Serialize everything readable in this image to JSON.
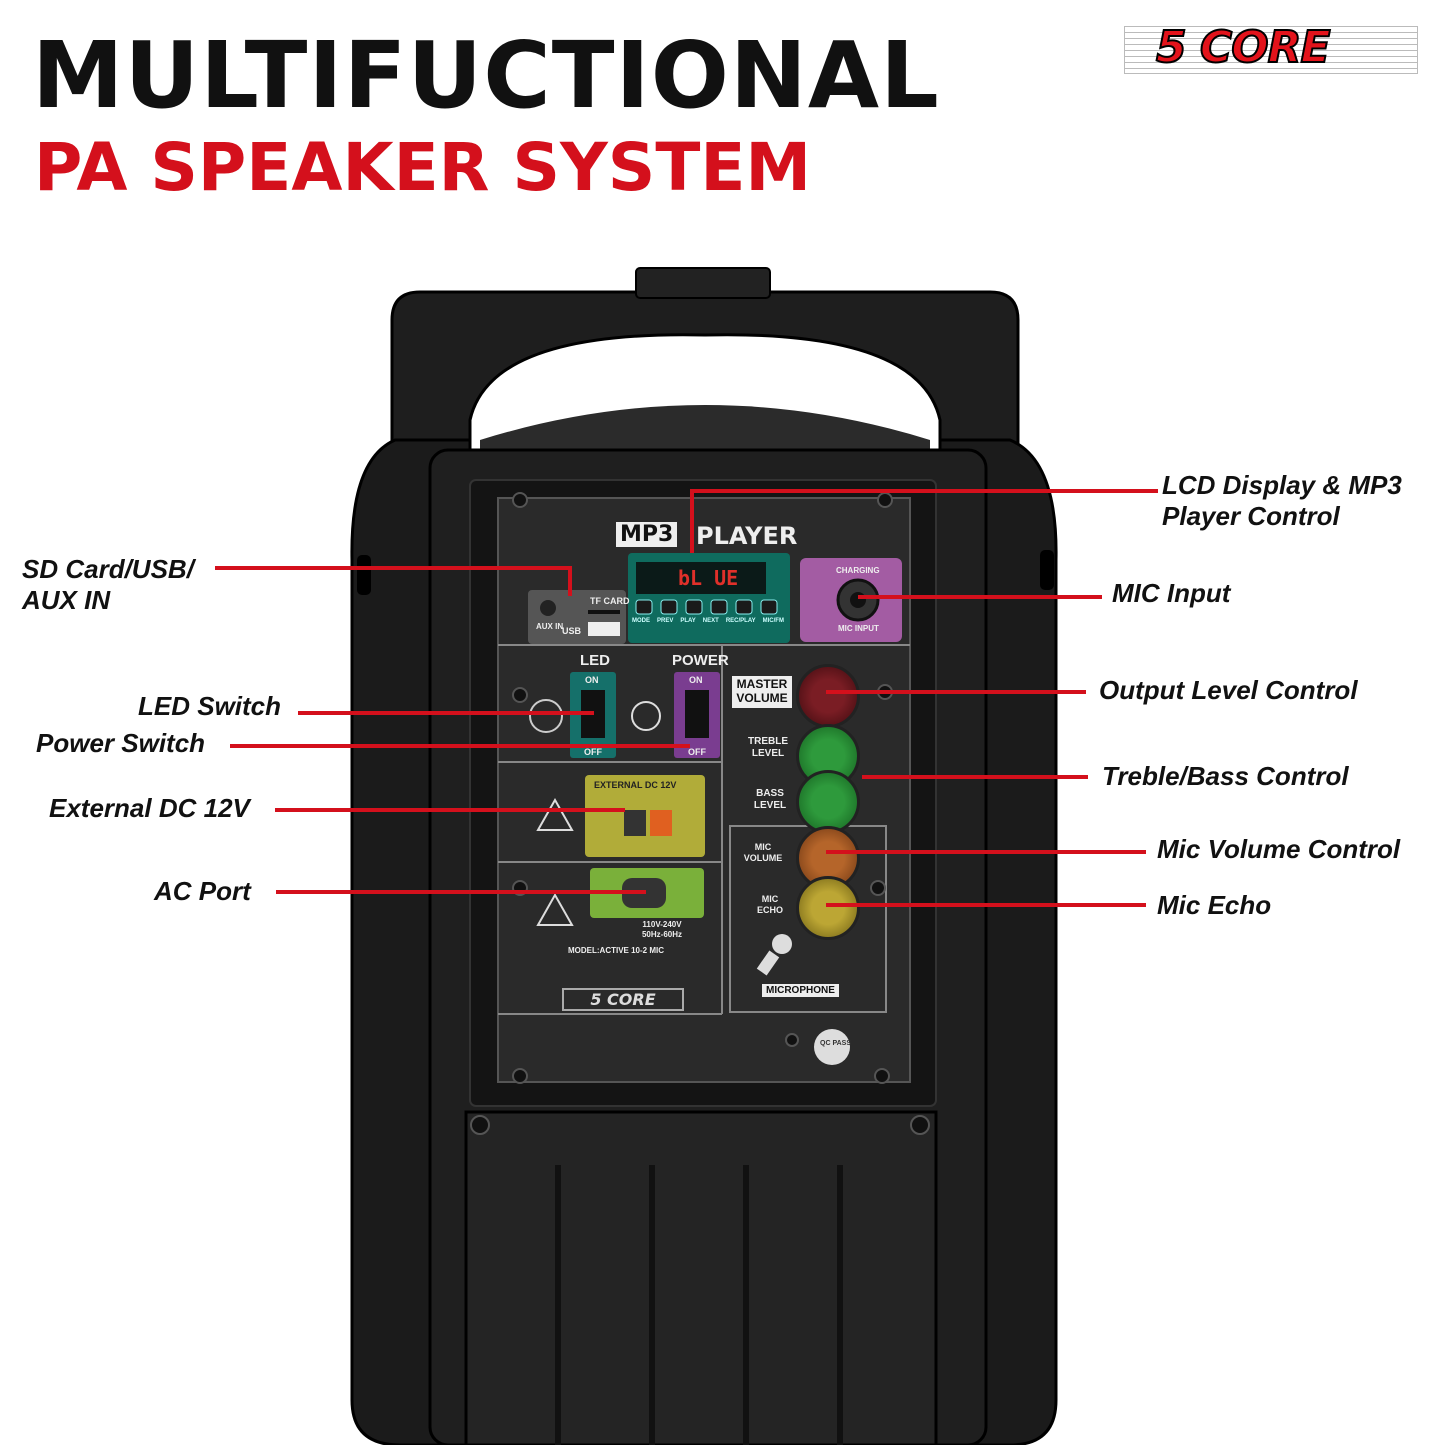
{
  "header": {
    "title_line1": "MULTIFUCTIONAL",
    "title_line2": "PA SPEAKER SYSTEM",
    "brand": "5 CORE"
  },
  "panel": {
    "mp3_label": "MP3",
    "player_label": "PLAYER",
    "lcd_text": "bL UE",
    "tf_card": "TF CARD",
    "aux_in": "AUX IN",
    "usb": "USB",
    "mp3_buttons": [
      "MODE",
      "PREV",
      "PLAY",
      "NEXT",
      "REC/PLAY",
      "MIC/FM"
    ],
    "charging": "CHARGING",
    "mic_input": "MIC INPUT",
    "led": "LED",
    "power": "POWER",
    "on": "ON",
    "off": "OFF",
    "master_volume": "MASTER VOLUME",
    "treble_level": "TREBLE LEVEL",
    "bass_level": "BASS LEVEL",
    "mic_volume": "MIC VOLUME",
    "mic_echo": "MIC ECHO",
    "external_dc": "EXTERNAL DC 12V",
    "ac_rating": "110V-240V 50Hz-60Hz",
    "model": "MODEL:ACTIVE 10-2 MIC",
    "panel_brand": "5 CORE",
    "microphone": "MICROPHONE",
    "qc": "QC PASS"
  },
  "callouts": {
    "lcd_line1": "LCD Display & MP3",
    "lcd_line2": "Player Control",
    "sd_line1": "SD Card/USB/",
    "sd_line2": "AUX IN",
    "mic_input": "MIC Input",
    "led_switch": "LED Switch",
    "power_switch": "Power Switch",
    "output_level": "Output Level Control",
    "treble_bass": "Treble/Bass Control",
    "external_dc": "External DC 12V",
    "mic_volume": "Mic Volume Control",
    "ac_port": "AC Port",
    "mic_echo": "Mic Echo"
  },
  "colors": {
    "accent_red": "#d4101c",
    "speaker_body": "#1c1c1c",
    "panel": "#2a2a2a"
  }
}
